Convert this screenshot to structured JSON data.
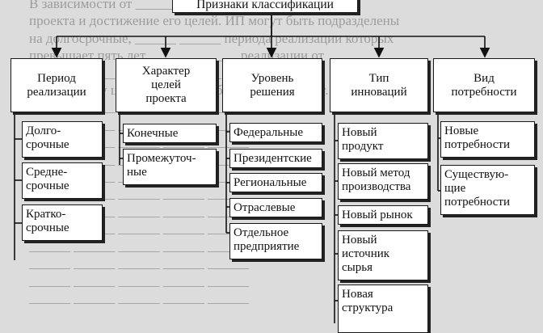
{
  "root": "Признаки классификации",
  "background_text": [
    "В зависимости от ______ и ______ могут на реализацию",
    "проекта и достижение его целей. ИП могут быть подразделены",
    "на долгосрочные, ______ ______ периода реализации которых",
    "превышает пять лет, ______ ______ реализации от",
    "______ до ______ ______ ______ ______ лет.",
    "По характеру целей ИП ______ быть конечными, т. е. ______",
    "______ ______ ______ ______ ______",
    "______ ______ ______ ______ ______",
    "______ ______ ______ ______ ______",
    "______ ______ ______ ______ ______",
    "______ ______ ______ ______ ______",
    "______ ______ ______ ______ ______",
    "______ ______ ______ ______ ______",
    "______ ______ ______ ______ ______",
    "______ ______ ______ ______ ______",
    "______ ______ ______ ______ ______",
    "______ ______ ______ ______ ______",
    "______ ______ ______ ______ ______"
  ],
  "categories": [
    {
      "title": "Период реализации",
      "items": [
        "Долго-срочные",
        "Средне-срочные",
        "Кратко-срочные"
      ]
    },
    {
      "title": "Характер целей проекта",
      "items": [
        "Конечные",
        "Промежуточ-ные"
      ]
    },
    {
      "title": "Уровень решения",
      "items": [
        "Федеральные",
        "Президентские",
        "Региональные",
        "Отраслевые",
        "Отдельное предприятие"
      ]
    },
    {
      "title": "Тип инноваций",
      "items": [
        "Новый продукт",
        "Новый метод производства",
        "Новый рынок",
        "Новый источник сырья",
        "Новая структура"
      ]
    },
    {
      "title": "Вид потребности",
      "items": [
        "Новые потребности",
        "Существую-щие потребности"
      ]
    }
  ]
}
